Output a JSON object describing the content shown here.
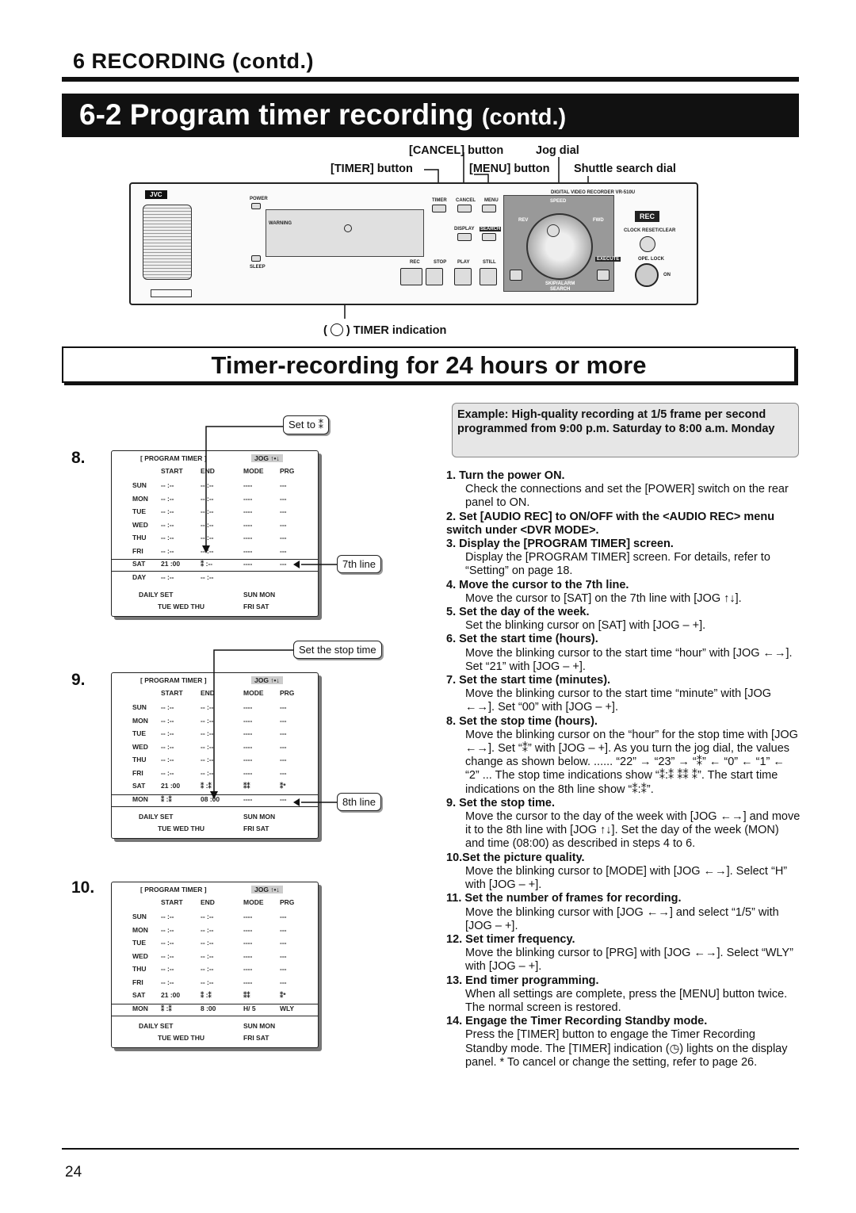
{
  "header": {
    "section": "6   RECORDING (contd.)",
    "subsection": "6-2 Program timer recording",
    "subsection_suffix": "(contd.)"
  },
  "callouts": {
    "cancel": "[CANCEL] button",
    "jog": "Jog dial",
    "timer": "[TIMER] button",
    "menu": "[MENU] button",
    "shuttle": "Shuttle search dial",
    "timer_indication": "TIMER indication"
  },
  "panel": {
    "brand": "JVC",
    "model": "DIGITAL VIDEO RECORDER  VR-510U",
    "power": "POWER",
    "warning": "WARNING",
    "sleep": "SLEEP",
    "timer": "TIMER",
    "cancel": "CANCEL",
    "menu": "MENU",
    "display": "DISPLAY",
    "search": "SEARCH",
    "rec": "REC",
    "stop": "STOP",
    "play": "PLAY",
    "still": "STILL",
    "rev": "REV",
    "fwd": "FWD",
    "rec_badge": "REC",
    "clock_reset": "CLOCK RESET/CLEAR",
    "ope_lock": "OPE. LOCK",
    "on": "ON",
    "execute": "EXECUTE",
    "skip_alarm": "SKIP/ALARM",
    "search2": "SEARCH",
    "speed": "SPEED"
  },
  "heading": "Timer-recording for 24 hours or more",
  "screen_common": {
    "title": "[ PROGRAM   TIMER ]",
    "jog": "JOG ↑•↓",
    "start": "START",
    "end": "END",
    "mode": "MODE",
    "prg": "PRG",
    "daily": "DAILY  SET",
    "sun_mon": "SUN   MON",
    "tue_wed_thu": "TUE   WED   THU",
    "fri_sat": "FRI   SAT"
  },
  "screens": [
    {
      "step": "8.",
      "tag": "Set to ⁑",
      "line_tag": "7th line",
      "rows": [
        {
          "day": "SUN",
          "start": "-- :--",
          "end": "-- :--",
          "mode": "----",
          "prg": "---"
        },
        {
          "day": "MON",
          "start": "-- :--",
          "end": "-- :--",
          "mode": "----",
          "prg": "---"
        },
        {
          "day": "TUE",
          "start": "-- :--",
          "end": "-- :--",
          "mode": "----",
          "prg": "---"
        },
        {
          "day": "WED",
          "start": "-- :--",
          "end": "-- :--",
          "mode": "----",
          "prg": "---"
        },
        {
          "day": "THU",
          "start": "-- :--",
          "end": "-- :--",
          "mode": "----",
          "prg": "---"
        },
        {
          "day": "FRI",
          "start": "-- :--",
          "end": "-- :--",
          "mode": "----",
          "prg": "---"
        },
        {
          "day": "SAT",
          "start": "21 :00",
          "end": "⁑ :--",
          "mode": "----",
          "prg": "---"
        },
        {
          "day": "DAY",
          "start": "-- :--",
          "end": "-- :--",
          "mode": "",
          "prg": ""
        }
      ]
    },
    {
      "step": "9.",
      "tag": "Set the stop time",
      "line_tag": "8th line",
      "rows": [
        {
          "day": "SUN",
          "start": "-- :--",
          "end": "-- :--",
          "mode": "----",
          "prg": "---"
        },
        {
          "day": "MON",
          "start": "-- :--",
          "end": "-- :--",
          "mode": "----",
          "prg": "---"
        },
        {
          "day": "TUE",
          "start": "-- :--",
          "end": "-- :--",
          "mode": "----",
          "prg": "---"
        },
        {
          "day": "WED",
          "start": "-- :--",
          "end": "-- :--",
          "mode": "----",
          "prg": "---"
        },
        {
          "day": "THU",
          "start": "-- :--",
          "end": "-- :--",
          "mode": "----",
          "prg": "---"
        },
        {
          "day": "FRI",
          "start": "-- :--",
          "end": "-- :--",
          "mode": "----",
          "prg": "---"
        },
        {
          "day": "SAT",
          "start": "21 :00",
          "end": "⁑ :⁑",
          "mode": "⁑⁑",
          "prg": "⁑*"
        },
        {
          "day": "MON",
          "start": "⁑ :⁑",
          "end": "08 :00",
          "mode": "----",
          "prg": "---"
        }
      ]
    },
    {
      "step": "10.",
      "tag": "",
      "line_tag": "",
      "rows": [
        {
          "day": "SUN",
          "start": "-- :--",
          "end": "-- :--",
          "mode": "----",
          "prg": "---"
        },
        {
          "day": "MON",
          "start": "-- :--",
          "end": "-- :--",
          "mode": "----",
          "prg": "---"
        },
        {
          "day": "TUE",
          "start": "-- :--",
          "end": "-- :--",
          "mode": "----",
          "prg": "---"
        },
        {
          "day": "WED",
          "start": "-- :--",
          "end": "-- :--",
          "mode": "----",
          "prg": "---"
        },
        {
          "day": "THU",
          "start": "-- :--",
          "end": "-- :--",
          "mode": "----",
          "prg": "---"
        },
        {
          "day": "FRI",
          "start": "-- :--",
          "end": "-- :--",
          "mode": "----",
          "prg": "---"
        },
        {
          "day": "SAT",
          "start": "21 :00",
          "end": "⁑ :⁑",
          "mode": "⁑⁑",
          "prg": "⁑*"
        },
        {
          "day": "MON",
          "start": "⁑ :⁑",
          "end": "8 :00",
          "mode": "H/  5",
          "prg": "WLY"
        }
      ]
    }
  ],
  "example": "Example: High-quality recording at 1/5 frame per second programmed from 9:00 p.m. Saturday to 8:00 a.m. Monday",
  "steps": [
    {
      "h": "1.  Turn the power ON.",
      "b": "Check the connections and set the [POWER] switch on the rear panel to ON."
    },
    {
      "h": "2.  Set [AUDIO REC] to ON/OFF with the <AUDIO REC> menu switch under <DVR MODE>.",
      "b": ""
    },
    {
      "h": "3.  Display the [PROGRAM TIMER] screen.",
      "b": "Display the [PROGRAM TIMER] screen.  For details, refer to “Setting” on page 18."
    },
    {
      "h": "4.  Move the cursor to the 7th line.",
      "b": "Move the cursor to [SAT] on the 7th line with [JOG ↑↓]."
    },
    {
      "h": "5.  Set the day of the week.",
      "b": "Set the blinking cursor on [SAT] with [JOG – +]."
    },
    {
      "h": "6.  Set the start time (hours).",
      "b": "Move the blinking cursor to the start time “hour” with [JOG ←→].  Set “21” with [JOG – +]."
    },
    {
      "h": "7.  Set the start time (minutes).",
      "b": "Move the blinking cursor to the start time “minute” with [JOG ←→].  Set “00” with [JOG – +]."
    },
    {
      "h": "8.  Set the stop time (hours).",
      "b": "Move the blinking cursor on the “hour” for the stop time with [JOG ←→].  Set “⁑” with [JOG – +]. As you turn the jog dial, the values change as shown below. ...... “22” → “23” → “⁑” ← “0” ← “1” ← “2” ... The stop time indications show “⁑:⁑ ⁑⁑ ⁑”.  The start time indications on the 8th line show “⁑:⁑”."
    },
    {
      "h": "9.  Set the stop time.",
      "b": "Move the cursor to the day of the week with [JOG ←→] and move it to the 8th line with [JOG ↑↓].  Set the day of the week (MON) and time (08:00) as described in steps 4 to 6."
    },
    {
      "h": "10.Set the picture quality.",
      "b": "Move the blinking cursor to [MODE] with [JOG ←→]. Select “H” with [JOG – +]."
    },
    {
      "h": "11.  Set the number of frames for recording.",
      "b": "Move the blinking cursor with [JOG ←→] and select “1/5” with [JOG – +]."
    },
    {
      "h": "12.  Set timer frequency.",
      "b": "Move the blinking cursor to [PRG] with [JOG ←→]. Select “WLY” with [JOG – +]."
    },
    {
      "h": "13.  End timer programming.",
      "b": "When all settings are complete, press the [MENU] button twice.  The normal screen is restored."
    },
    {
      "h": "14.  Engage the Timer Recording Standby mode.",
      "b": "Press the [TIMER] button to engage the Timer Recording Standby mode. The [TIMER] indication (◷) lights on the display panel. * To cancel or change the setting, refer to page 26."
    }
  ],
  "page_number": "24"
}
